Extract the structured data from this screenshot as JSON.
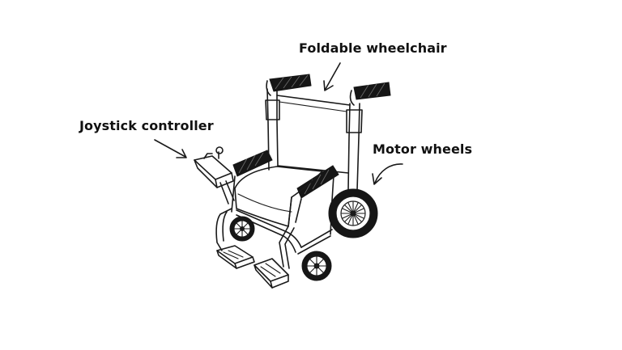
{
  "labels": {
    "foldable": "Foldable wheelchair",
    "joystick": "Joystick controller",
    "motor": "Motor wheels"
  },
  "colors": {
    "background": "#ffffff",
    "ink": "#1a1a1a"
  }
}
